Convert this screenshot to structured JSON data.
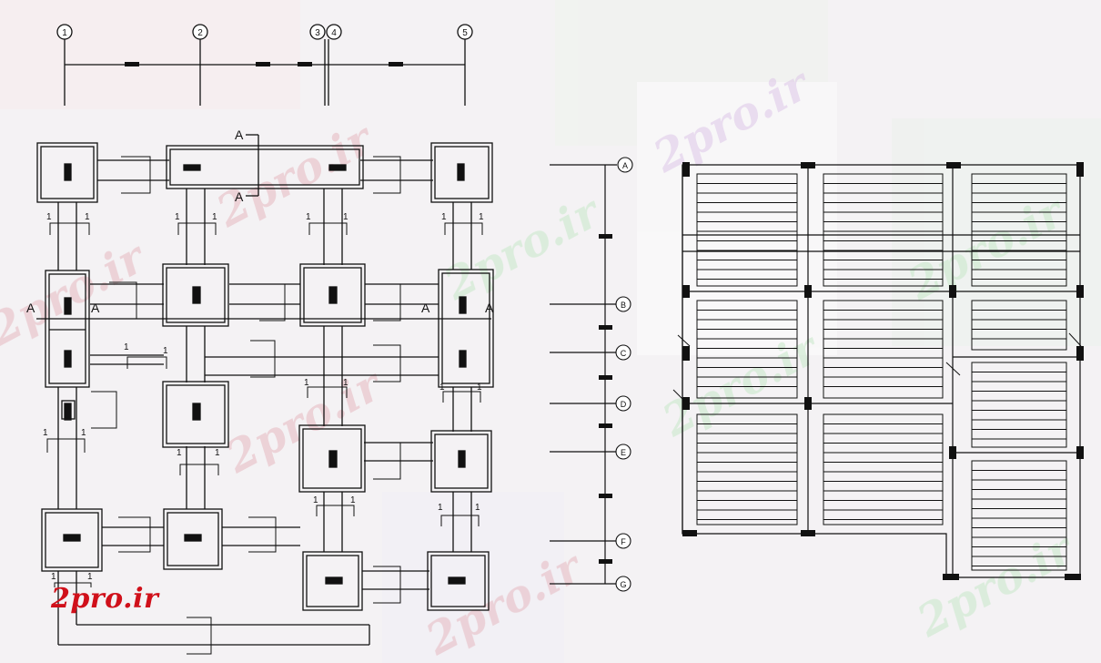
{
  "grid_columns": [
    "1",
    "2",
    "3",
    "4",
    "5"
  ],
  "grid_rows": [
    "A",
    "B",
    "C",
    "D",
    "E",
    "F",
    "G"
  ],
  "section_mark": "A",
  "detail_number": "1",
  "logo_text": "2pro.ir",
  "watermark_text": "2pro.ir",
  "colors": {
    "background": "#f4f2f4",
    "line": "#111111",
    "logo_red": "#d0101a",
    "watermark": "#e6b9c0"
  }
}
